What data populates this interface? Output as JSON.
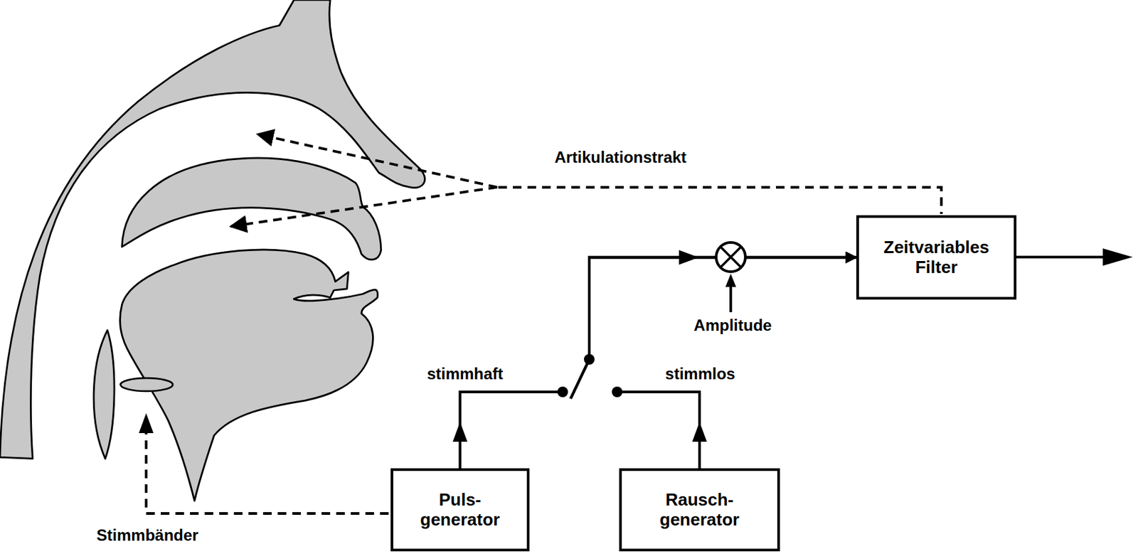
{
  "diagram": {
    "nodes": [
      {
        "text": [
          "Zeitvariables Filter"
        ]
      },
      {
        "text": [
          "Puls- generator"
        ]
      },
      {
        "text": [
          "Rausch- generator"
        ]
      }
    ],
    "edges": [
      {
        "from": 1,
        "to": 0,
        "arrow": "to"
      },
      {
        "from": 2,
        "to": 0,
        "arrow": "to"
      }
    ],
    "labels": [
      "Artikulationstrakt",
      "Amplitude",
      "stimmhaft",
      "stimmlos",
      "Stimmbänder"
    ]
  }
}
